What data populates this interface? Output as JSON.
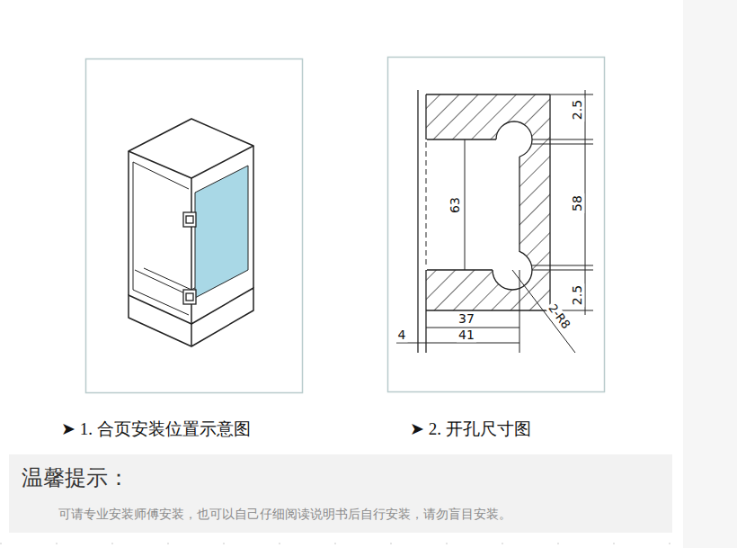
{
  "diagram": {
    "nodes": [
      {
        "text": [
          "温馨提示：",
          "可请专业安装师傅安装，也可以自己仔细阅读说明书后自行安装，请勿盲目安装。"
        ]
      }
    ],
    "labels": [
      "➤ 1. 合页安装位置示意图",
      "➤ 2. 开孔尺寸图",
      "2.5",
      "63",
      "58",
      "2.5",
      "37",
      "41",
      "4",
      "2-R8"
    ]
  }
}
